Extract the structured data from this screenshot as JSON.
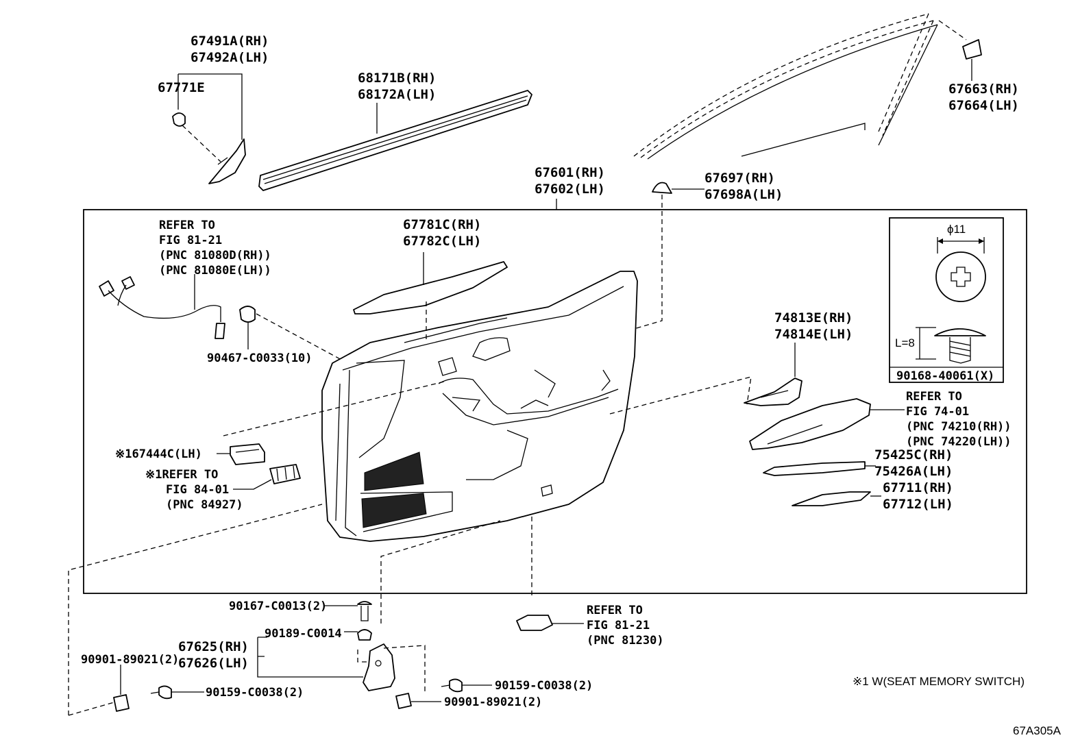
{
  "diagram_id": "67A305A",
  "footnote": "※1 W(SEAT MEMORY SWITCH)",
  "inset": {
    "diameter": "ϕ11",
    "length": "L=8",
    "part": "90168-40061(X)"
  },
  "callouts": {
    "c67491A": "67491A(RH)",
    "c67492A": "67492A(LH)",
    "c67771E": "67771E",
    "c68171B": "68171B(RH)",
    "c68172A": "68172A(LH)",
    "c67663": "67663(RH)",
    "c67664": "67664(LH)",
    "c67601": "67601(RH)",
    "c67602": "67602(LH)",
    "c67697": "67697(RH)",
    "c67698A": "67698A(LH)",
    "c67781C": "67781C(RH)",
    "c67782C": "67782C(LH)",
    "c90467": "90467-C0033(10)",
    "c74813E": "74813E(RH)",
    "c74814E": "74814E(LH)",
    "c75425C": "75425C(RH)",
    "c75426A": "75426A(LH)",
    "c67711": "67711(RH)",
    "c67712": "67712(LH)",
    "c67444C": "※167444C(LH)",
    "c90167": "90167-C0013(2)",
    "c90189": "90189-C0014",
    "c67625": "67625(RH)",
    "c67626": "67626(LH)",
    "c90901a": "90901-89021(2)",
    "c90159a": "90159-C0038(2)",
    "c90159b": "90159-C0038(2)",
    "c90901b": "90901-89021(2)"
  },
  "refs": {
    "r1": {
      "l1": "REFER TO",
      "l2": "FIG 81-21",
      "l3": "(PNC 81080D(RH))",
      "l4": "(PNC 81080E(LH))"
    },
    "r2": {
      "l1": "REFER TO",
      "l2": "FIG 74-01",
      "l3": "(PNC 74210(RH))",
      "l4": "(PNC 74220(LH))"
    },
    "r3": {
      "l1": "※1REFER TO",
      "l2": "FIG 84-01",
      "l3": "(PNC 84927)"
    },
    "r4": {
      "l1": "REFER TO",
      "l2": "FIG 81-21",
      "l3": "(PNC 81230)"
    }
  }
}
